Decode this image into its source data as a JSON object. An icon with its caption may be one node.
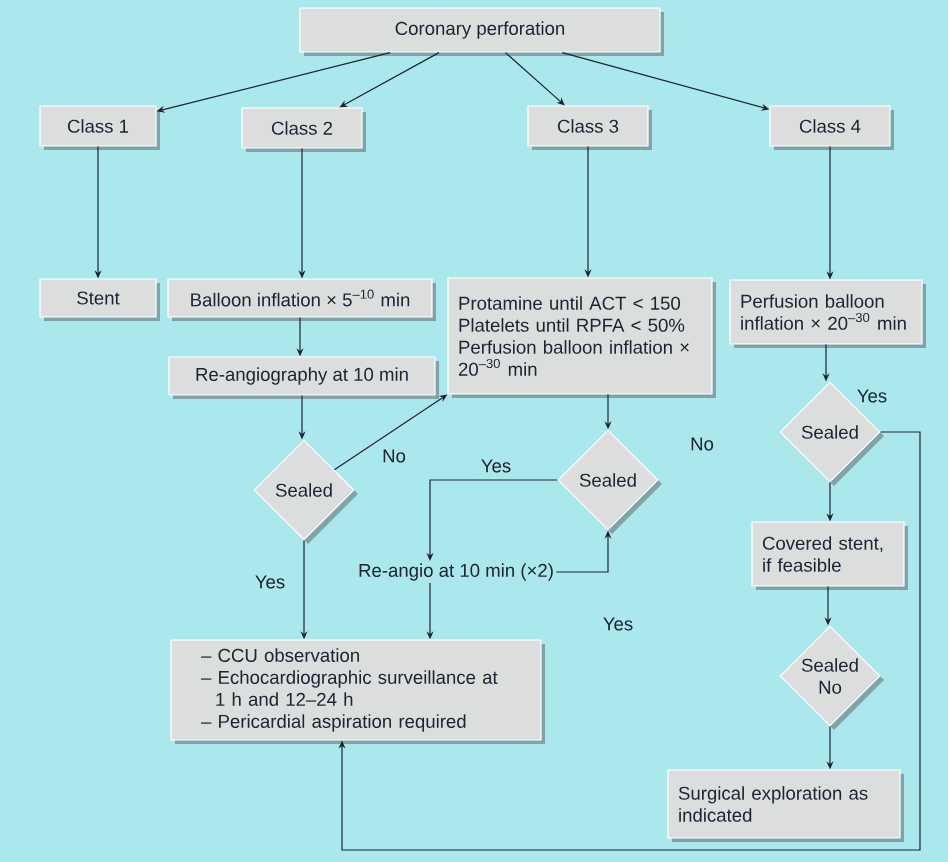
{
  "diagram": {
    "nodes": [
      {
        "text": [
          "Coronary perforation"
        ]
      },
      {
        "text": [
          "Class 1"
        ]
      },
      {
        "text": [
          "Class 2"
        ]
      },
      {
        "text": [
          "Class 3"
        ]
      },
      {
        "text": [
          "Class 4"
        ]
      },
      {
        "text": [
          "Stent"
        ]
      },
      {
        "text": [
          "Balloon inflation × 5$^{–10}$ min"
        ]
      },
      {
        "text": [
          "Re-angiography at 10 min"
        ]
      },
      {
        "text": [
          "Protamine until ACT < 150",
          "Platelets until RPFA < 50%",
          "Perfusion balloon inflation × 20$^{–30}$ min"
        ]
      },
      {
        "text": [
          "Perfusion balloon inflation × 20$^{–30}$ min"
        ]
      },
      {
        "text": [
          "Sealed"
        ]
      },
      {
        "text": [
          "Sealed"
        ]
      },
      {
        "text": [
          "Re-angio at 10 min (×2)"
        ]
      },
      {
        "text": [
          "Sealed"
        ]
      },
      {
        "text": [
          "– CCU observation",
          "– Echocardiographic surveillance at 1 h and 12–24 h",
          "– Pericardial aspiration required"
        ]
      },
      {
        "text": [
          "Covered stent, if feasible"
        ]
      },
      {
        "text": [
          "Sealed",
          "No"
        ]
      },
      {
        "text": [
          "Surgical exploration as indicated"
        ]
      }
    ],
    "edges": [
      {
        "from": 0,
        "to": 1,
        "arrow": "to"
      },
      {
        "from": 0,
        "to": 2,
        "arrow": "to"
      },
      {
        "from": 0,
        "to": 3,
        "arrow": "to"
      },
      {
        "from": 0,
        "to": 4,
        "arrow": "to"
      },
      {
        "from": 1,
        "to": 5,
        "arrow": "to"
      },
      {
        "from": 2,
        "to": 6,
        "arrow": "to"
      },
      {
        "from": 3,
        "to": 8,
        "arrow": "to"
      },
      {
        "from": 4,
        "to": 9,
        "arrow": "to"
      },
      {
        "from": 6,
        "to": 7,
        "arrow": "to"
      },
      {
        "from": 7,
        "to": 10,
        "arrow": "to"
      },
      {
        "from": 10,
        "to": 8,
        "arrow": "to",
        "label": "No"
      },
      {
        "from": 10,
        "to": 14,
        "arrow": "to",
        "label": "Yes"
      },
      {
        "from": 8,
        "to": 11,
        "arrow": "to"
      },
      {
        "from": 11,
        "to": 12,
        "arrow": "to",
        "label": "Yes"
      },
      {
        "from": 12,
        "to": 11,
        "arrow": "to"
      },
      {
        "from": 12,
        "to": 14,
        "arrow": "to"
      },
      {
        "from": 9,
        "to": 13,
        "arrow": "to"
      },
      {
        "from": 13,
        "to": 14,
        "arrow": "to",
        "label": "Yes"
      },
      {
        "from": 13,
        "to": 15,
        "arrow": "to"
      },
      {
        "from": 15,
        "to": 16,
        "arrow": "to"
      },
      {
        "from": 16,
        "to": 17,
        "arrow": "to"
      }
    ],
    "labels": [
      "No",
      "Yes"
    ]
  }
}
